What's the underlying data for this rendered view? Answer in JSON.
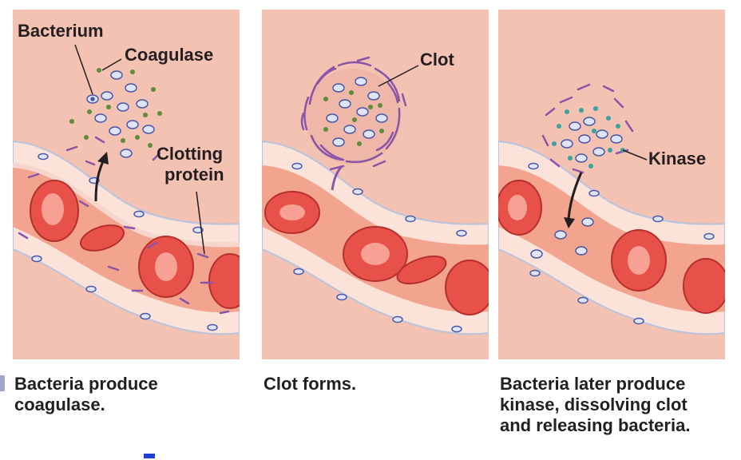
{
  "labels": {
    "bacterium": "Bacterium",
    "coagulase": "Coagulase",
    "clotting_protein": "Clotting\nprotein",
    "clot": "Clot",
    "kinase": "Kinase"
  },
  "captions": {
    "panel1": "Bacteria produce\ncoagulase.",
    "panel2": "Clot forms.",
    "panel3": "Bacteria later produce\nkinase, dissolving clot\nand releasing bacteria."
  },
  "colors": {
    "tissue": "#f4c2b2",
    "vessel_wall": "#fbe3da",
    "vessel_lumen": "#f3a48f",
    "red_cell": "#e8514a",
    "bacterium": "#dfe5f7",
    "bacterium_outline": "#4a58a8",
    "coagulase_dot": "#5d8c3a",
    "kinase_dot": "#3aa3a0",
    "fibrin": "#8a55a8"
  }
}
